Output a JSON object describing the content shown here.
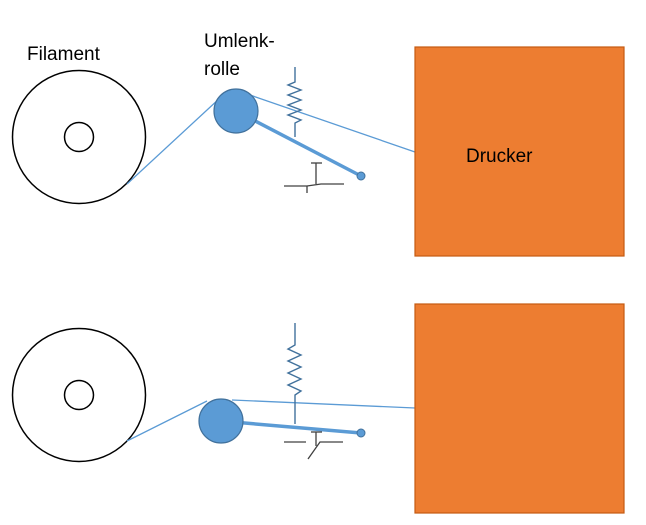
{
  "labels": {
    "filament": "Filament",
    "pulley_line1": "Umlenk-",
    "pulley_line2": "rolle",
    "printer": "Drucker"
  },
  "colors": {
    "printer_fill": "#ED7D31",
    "printer_stroke": "#C55A11",
    "pulley_fill": "#5B9BD5",
    "pulley_stroke": "#41719C",
    "filament_line": "#5B9BD5",
    "spring": "#41719C",
    "switch": "#404040",
    "spool": "#000000"
  },
  "diagrams": [
    {
      "state": "top"
    },
    {
      "state": "bottom"
    }
  ]
}
